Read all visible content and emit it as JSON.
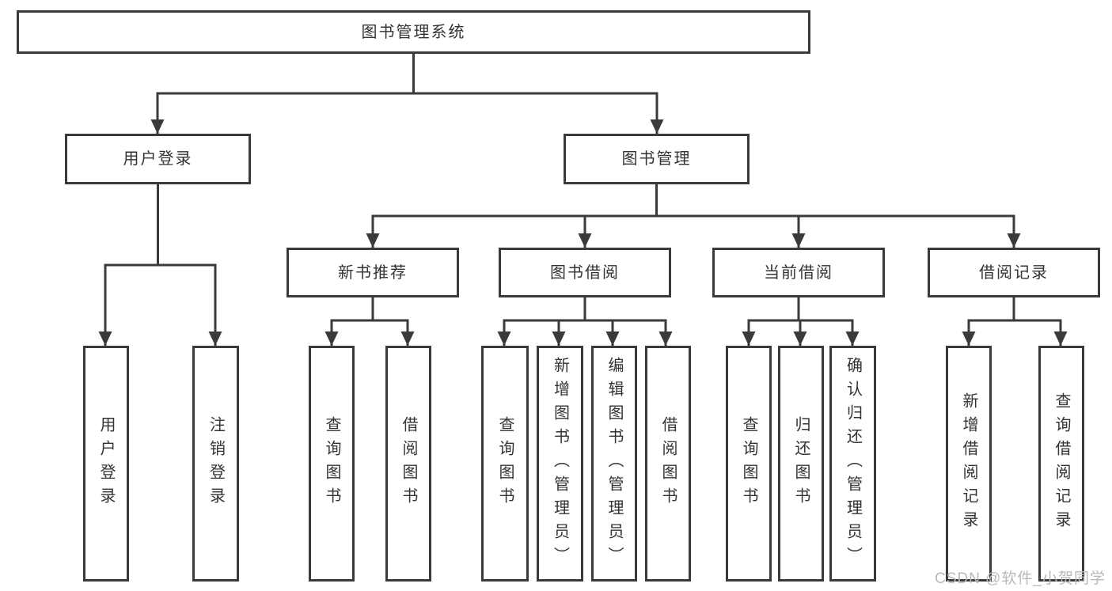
{
  "diagram_type": "hierarchy-tree",
  "tree": {
    "label": "图书管理系统",
    "children": [
      {
        "label": "用户登录",
        "children": [
          {
            "label": "用户登录"
          },
          {
            "label": "注销登录"
          }
        ]
      },
      {
        "label": "图书管理",
        "children": [
          {
            "label": "新书推荐",
            "children": [
              {
                "label": "查询图书"
              },
              {
                "label": "借阅图书"
              }
            ]
          },
          {
            "label": "图书借阅",
            "children": [
              {
                "label": "查询图书"
              },
              {
                "label": "新增图书（管理员）"
              },
              {
                "label": "编辑图书（管理员）"
              },
              {
                "label": "借阅图书"
              }
            ]
          },
          {
            "label": "当前借阅",
            "children": [
              {
                "label": "查询图书"
              },
              {
                "label": "归还图书"
              },
              {
                "label": "确认归还（管理员）"
              }
            ]
          },
          {
            "label": "借阅记录",
            "children": [
              {
                "label": "新增借阅记录"
              },
              {
                "label": "查询借阅记录"
              }
            ]
          }
        ]
      }
    ]
  },
  "watermark": "CSDN @软件_小贺同学",
  "colors": {
    "line": "#3a3a3a",
    "box_border": "#3a3a3a",
    "text": "#333333",
    "watermark": "#b9b9b9",
    "background": "#ffffff"
  }
}
